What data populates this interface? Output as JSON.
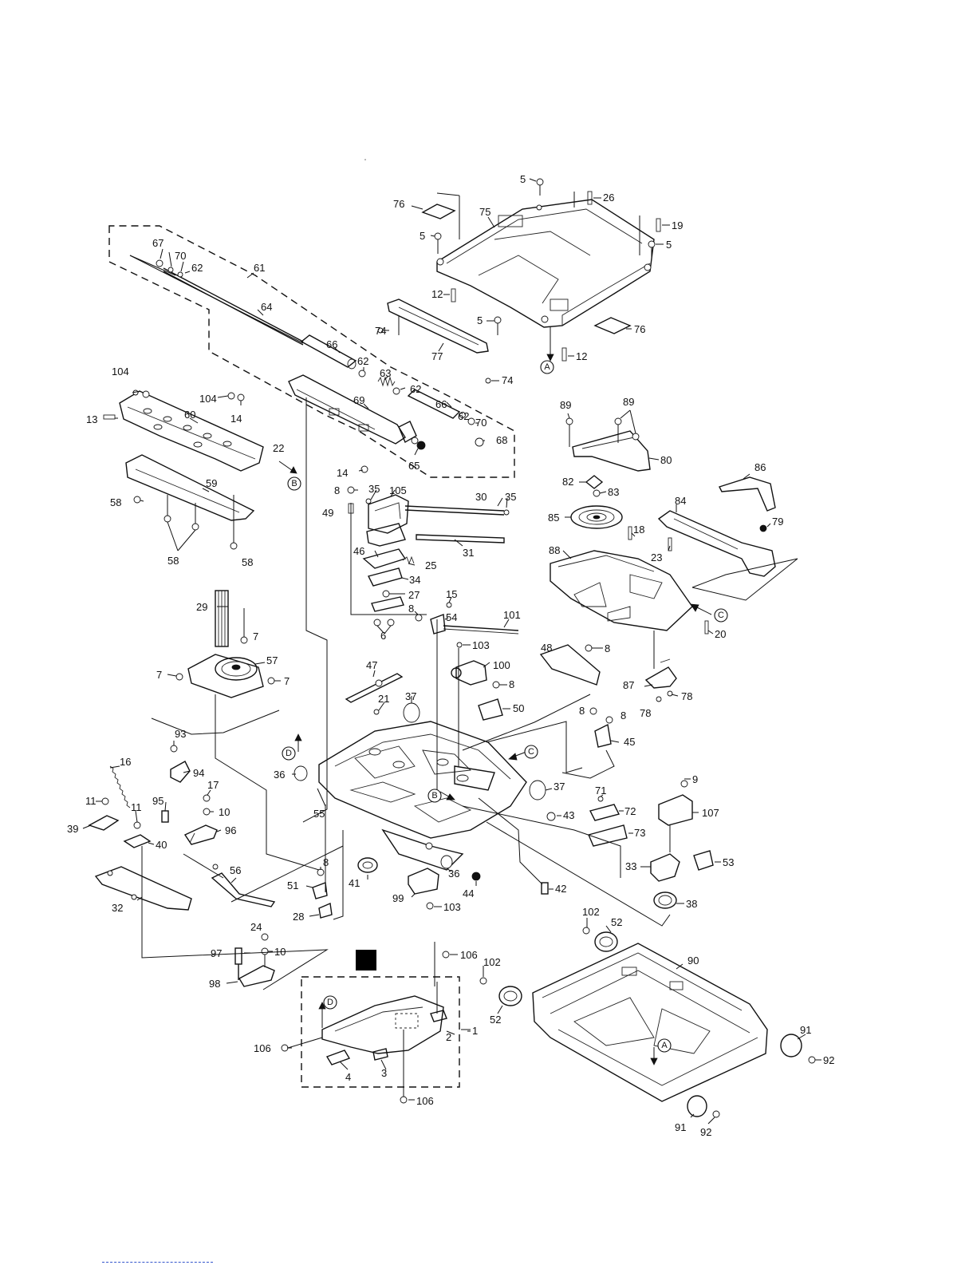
{
  "diagram": {
    "labels": [
      {
        "id": "l5a",
        "text": "5"
      },
      {
        "id": "l26",
        "text": "26"
      },
      {
        "id": "l76a",
        "text": "76"
      },
      {
        "id": "l75",
        "text": "75"
      },
      {
        "id": "l19",
        "text": "19"
      },
      {
        "id": "l5b",
        "text": "5"
      },
      {
        "id": "l5c",
        "text": "5"
      },
      {
        "id": "l12a",
        "text": "12"
      },
      {
        "id": "l5d",
        "text": "5"
      },
      {
        "id": "l74a",
        "text": "74"
      },
      {
        "id": "l77",
        "text": "77"
      },
      {
        "id": "l76b",
        "text": "76"
      },
      {
        "id": "l12b",
        "text": "12"
      },
      {
        "id": "l74b",
        "text": "74"
      },
      {
        "id": "l67",
        "text": "67"
      },
      {
        "id": "l70a",
        "text": "70"
      },
      {
        "id": "l62a",
        "text": "62"
      },
      {
        "id": "l61",
        "text": "61"
      },
      {
        "id": "l64",
        "text": "64"
      },
      {
        "id": "l66a",
        "text": "66"
      },
      {
        "id": "l62b",
        "text": "62"
      },
      {
        "id": "l63",
        "text": "63"
      },
      {
        "id": "l62c",
        "text": "62"
      },
      {
        "id": "l66b",
        "text": "66"
      },
      {
        "id": "l62d",
        "text": "62"
      },
      {
        "id": "l70b",
        "text": "70"
      },
      {
        "id": "l68",
        "text": "68"
      },
      {
        "id": "l69",
        "text": "69"
      },
      {
        "id": "l65",
        "text": "65"
      },
      {
        "id": "l14a",
        "text": "14"
      },
      {
        "id": "l14b",
        "text": "14"
      },
      {
        "id": "l104a",
        "text": "104"
      },
      {
        "id": "l104b",
        "text": "104"
      },
      {
        "id": "l13",
        "text": "13"
      },
      {
        "id": "l60",
        "text": "60"
      },
      {
        "id": "l22",
        "text": "22"
      },
      {
        "id": "l59",
        "text": "59"
      },
      {
        "id": "l58a",
        "text": "58"
      },
      {
        "id": "l58b",
        "text": "58"
      },
      {
        "id": "l58c",
        "text": "58"
      },
      {
        "id": "l89a",
        "text": "89"
      },
      {
        "id": "l89b",
        "text": "89"
      },
      {
        "id": "l80",
        "text": "80"
      },
      {
        "id": "l86",
        "text": "86"
      },
      {
        "id": "l82",
        "text": "82"
      },
      {
        "id": "l83",
        "text": "83"
      },
      {
        "id": "l84",
        "text": "84"
      },
      {
        "id": "l85",
        "text": "85"
      },
      {
        "id": "l18",
        "text": "18"
      },
      {
        "id": "l79",
        "text": "79"
      },
      {
        "id": "l88",
        "text": "88"
      },
      {
        "id": "l23",
        "text": "23"
      },
      {
        "id": "l20",
        "text": "20"
      },
      {
        "id": "l8a",
        "text": "8"
      },
      {
        "id": "l35a",
        "text": "35"
      },
      {
        "id": "l105",
        "text": "105"
      },
      {
        "id": "l30",
        "text": "30"
      },
      {
        "id": "l35b",
        "text": "35"
      },
      {
        "id": "l49",
        "text": "49"
      },
      {
        "id": "l31",
        "text": "31"
      },
      {
        "id": "l46",
        "text": "46"
      },
      {
        "id": "l25",
        "text": "25"
      },
      {
        "id": "l34",
        "text": "34"
      },
      {
        "id": "l27",
        "text": "27"
      },
      {
        "id": "l15",
        "text": "15"
      },
      {
        "id": "l8b",
        "text": "8"
      },
      {
        "id": "l54",
        "text": "54"
      },
      {
        "id": "l101",
        "text": "101"
      },
      {
        "id": "l6",
        "text": "6"
      },
      {
        "id": "l29",
        "text": "29"
      },
      {
        "id": "l7a",
        "text": "7"
      },
      {
        "id": "l57",
        "text": "57"
      },
      {
        "id": "l7b",
        "text": "7"
      },
      {
        "id": "l7c",
        "text": "7"
      },
      {
        "id": "l103a",
        "text": "103"
      },
      {
        "id": "l100",
        "text": "100"
      },
      {
        "id": "l48",
        "text": "48"
      },
      {
        "id": "l8c",
        "text": "8"
      },
      {
        "id": "l47",
        "text": "47"
      },
      {
        "id": "l8d",
        "text": "8"
      },
      {
        "id": "l50",
        "text": "50"
      },
      {
        "id": "l21",
        "text": "21"
      },
      {
        "id": "l37a",
        "text": "37"
      },
      {
        "id": "l87",
        "text": "87"
      },
      {
        "id": "l78a",
        "text": "78"
      },
      {
        "id": "l78b",
        "text": "78"
      },
      {
        "id": "l8e",
        "text": "8"
      },
      {
        "id": "l8f",
        "text": "8"
      },
      {
        "id": "l45",
        "text": "45"
      },
      {
        "id": "l93",
        "text": "93"
      },
      {
        "id": "l16",
        "text": "16"
      },
      {
        "id": "l94",
        "text": "94"
      },
      {
        "id": "l36a",
        "text": "36"
      },
      {
        "id": "l17",
        "text": "17"
      },
      {
        "id": "l11a",
        "text": "11"
      },
      {
        "id": "l95",
        "text": "95"
      },
      {
        "id": "l10a",
        "text": "10"
      },
      {
        "id": "l11b",
        "text": "11"
      },
      {
        "id": "l39",
        "text": "39"
      },
      {
        "id": "l96",
        "text": "96"
      },
      {
        "id": "l40",
        "text": "40"
      },
      {
        "id": "l55",
        "text": "55"
      },
      {
        "id": "l37b",
        "text": "37"
      },
      {
        "id": "l9",
        "text": "9"
      },
      {
        "id": "l71",
        "text": "71"
      },
      {
        "id": "l107",
        "text": "107"
      },
      {
        "id": "l43",
        "text": "43"
      },
      {
        "id": "l72",
        "text": "72"
      },
      {
        "id": "l73",
        "text": "73"
      },
      {
        "id": "l56",
        "text": "56"
      },
      {
        "id": "l8g",
        "text": "8"
      },
      {
        "id": "l41",
        "text": "41"
      },
      {
        "id": "l36b",
        "text": "36"
      },
      {
        "id": "l33",
        "text": "33"
      },
      {
        "id": "l53",
        "text": "53"
      },
      {
        "id": "l51",
        "text": "51"
      },
      {
        "id": "l32",
        "text": "32"
      },
      {
        "id": "l44",
        "text": "44"
      },
      {
        "id": "l42",
        "text": "42"
      },
      {
        "id": "l99",
        "text": "99"
      },
      {
        "id": "l103b",
        "text": "103"
      },
      {
        "id": "l38",
        "text": "38"
      },
      {
        "id": "l28",
        "text": "28"
      },
      {
        "id": "l24",
        "text": "24"
      },
      {
        "id": "l102a",
        "text": "102"
      },
      {
        "id": "l52a",
        "text": "52"
      },
      {
        "id": "l97",
        "text": "97"
      },
      {
        "id": "l10b",
        "text": "10"
      },
      {
        "id": "l106a",
        "text": "106"
      },
      {
        "id": "l102b",
        "text": "102"
      },
      {
        "id": "l90",
        "text": "90"
      },
      {
        "id": "l98",
        "text": "98"
      },
      {
        "id": "l52b",
        "text": "52"
      },
      {
        "id": "l2",
        "text": "2"
      },
      {
        "id": "l1",
        "text": "1"
      },
      {
        "id": "l106b",
        "text": "106"
      },
      {
        "id": "l4",
        "text": "4"
      },
      {
        "id": "l3",
        "text": "3"
      },
      {
        "id": "l91a",
        "text": "91"
      },
      {
        "id": "l92a",
        "text": "92"
      },
      {
        "id": "l106c",
        "text": "106"
      },
      {
        "id": "l91b",
        "text": "91"
      },
      {
        "id": "l92b",
        "text": "92"
      }
    ],
    "refs": [
      {
        "id": "rA1",
        "text": "A"
      },
      {
        "id": "rA2",
        "text": "A"
      },
      {
        "id": "rB1",
        "text": "B"
      },
      {
        "id": "rB2",
        "text": "B"
      },
      {
        "id": "rC1",
        "text": "C"
      },
      {
        "id": "rC2",
        "text": "C"
      },
      {
        "id": "rD1",
        "text": "D"
      },
      {
        "id": "rD2",
        "text": "D"
      }
    ]
  }
}
